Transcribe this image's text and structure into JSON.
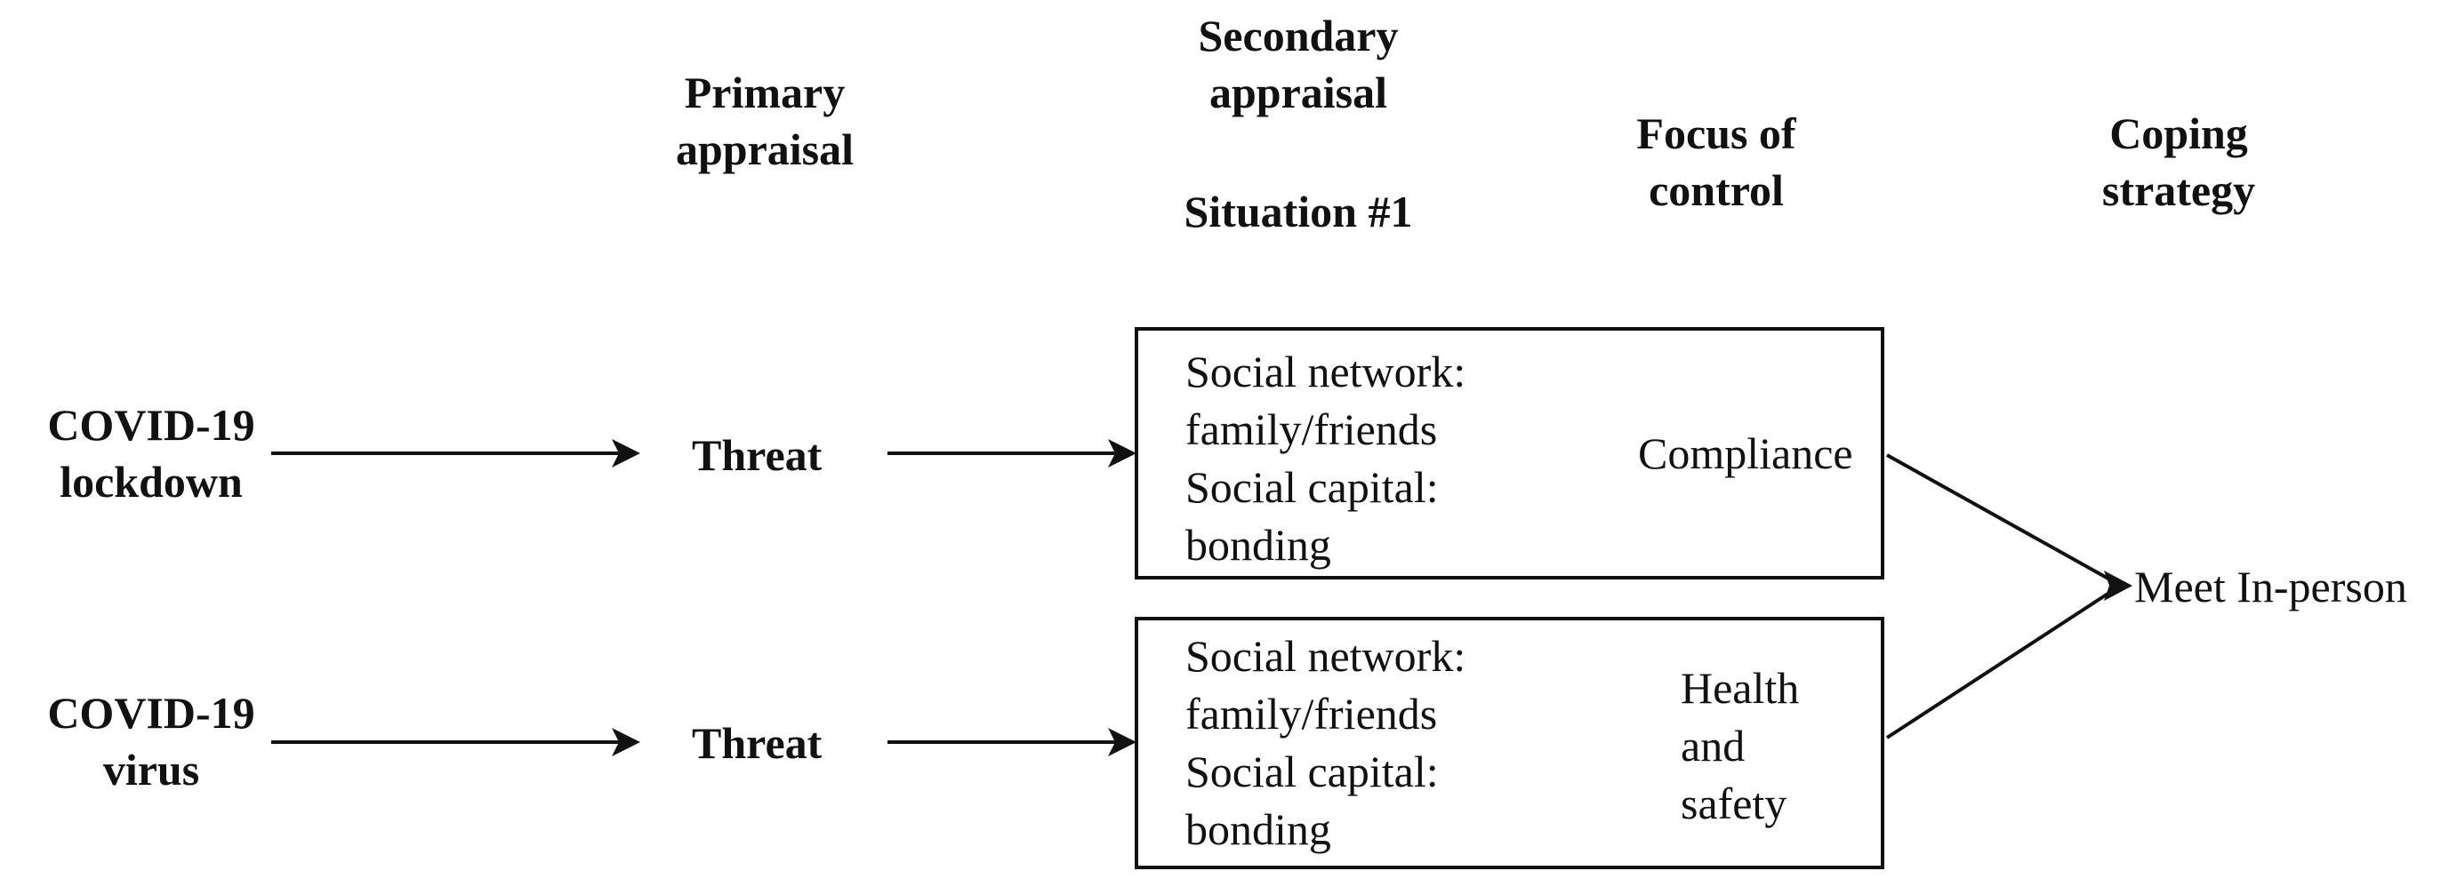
{
  "headers": {
    "primary_appraisal": [
      "Primary",
      "appraisal"
    ],
    "secondary_appraisal": [
      "Secondary",
      "appraisal"
    ],
    "situation": "Situation #1",
    "focus_of_control": [
      "Focus of",
      "control"
    ],
    "coping_strategy": [
      "Coping",
      "strategy"
    ]
  },
  "rows": [
    {
      "source": [
        "COVID-19",
        "lockdown"
      ],
      "appraisal": "Threat",
      "box_lines": [
        "Social network:",
        "family/friends",
        "Social capital:",
        "bonding"
      ],
      "control": [
        "Compliance"
      ]
    },
    {
      "source": [
        "COVID-19",
        "virus"
      ],
      "appraisal": "Threat",
      "box_lines": [
        "Social network:",
        "family/friends",
        "Social capital:",
        "bonding"
      ],
      "control": [
        "Health",
        "and",
        "safety"
      ]
    }
  ],
  "outcome": "Meet In-person"
}
